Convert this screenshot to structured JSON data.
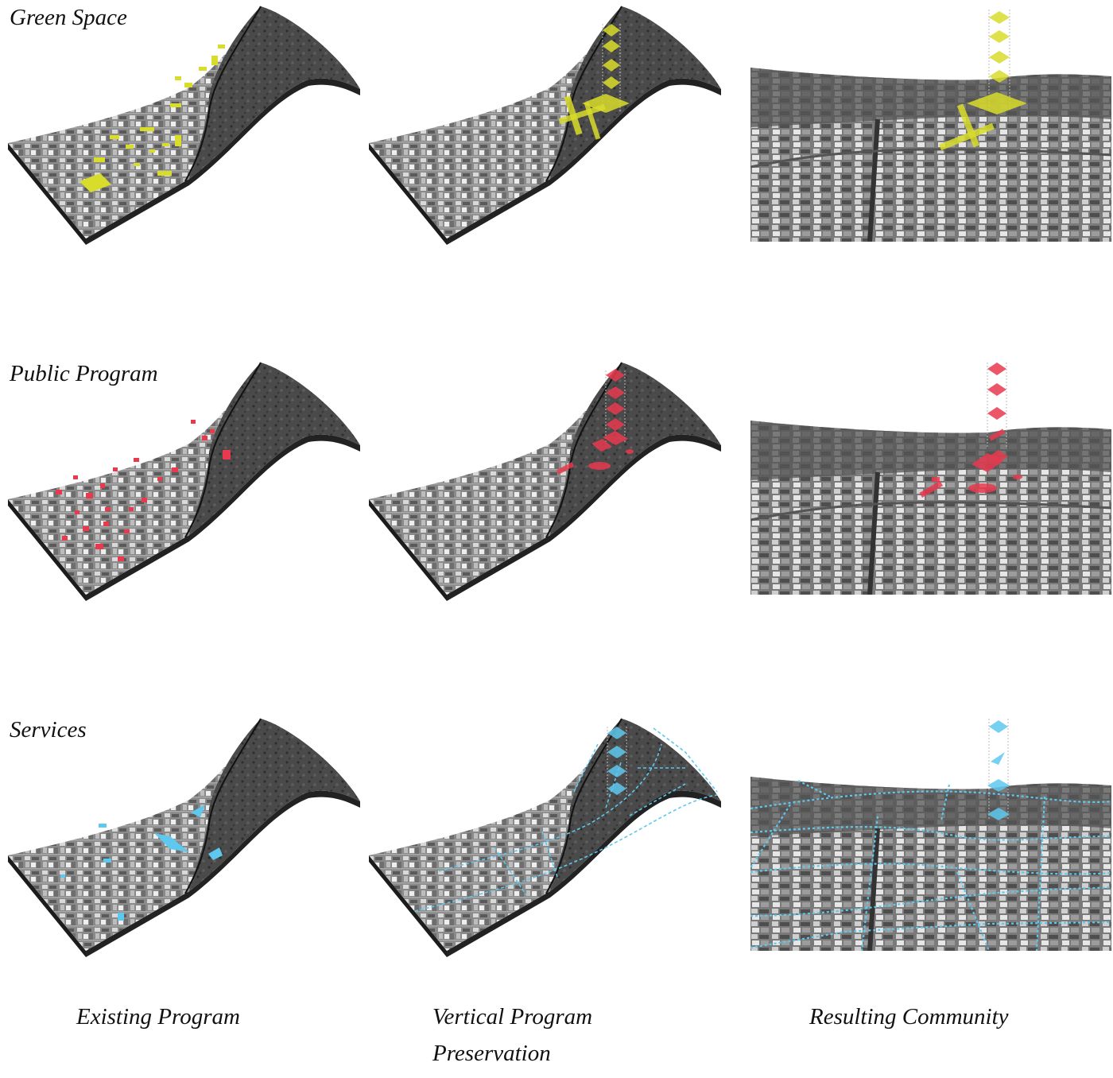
{
  "row_labels": {
    "green": "Green Space",
    "public": "Public Program",
    "services": "Services"
  },
  "column_labels": {
    "existing": "Existing Program",
    "vertical": "Vertical Program Preservation",
    "resulting": "Resulting Community"
  },
  "colors": {
    "green_space": "#d8dc2a",
    "public_program": "#e83a4e",
    "services": "#5ec8ee",
    "terrain_dark": "#3a3a3a",
    "terrain_light": "#9a9a9a",
    "base_edge": "#1c1c1c"
  }
}
